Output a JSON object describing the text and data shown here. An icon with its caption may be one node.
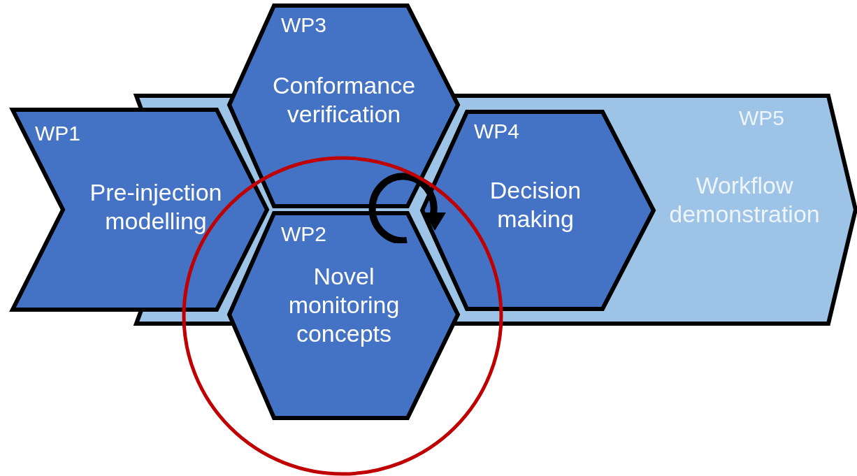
{
  "diagram": {
    "nodes": [
      {
        "text": [
          "WP1",
          "Pre-injection modelling"
        ]
      },
      {
        "text": [
          "WP2",
          "Novel monitoring concepts"
        ]
      },
      {
        "text": [
          "WP3",
          "Conformance verification"
        ]
      },
      {
        "text": [
          "WP5",
          "Workflow demonstration"
        ]
      },
      {
        "text": [
          "WP4",
          "Decision making"
        ],
        "in": 3
      }
    ]
  }
}
